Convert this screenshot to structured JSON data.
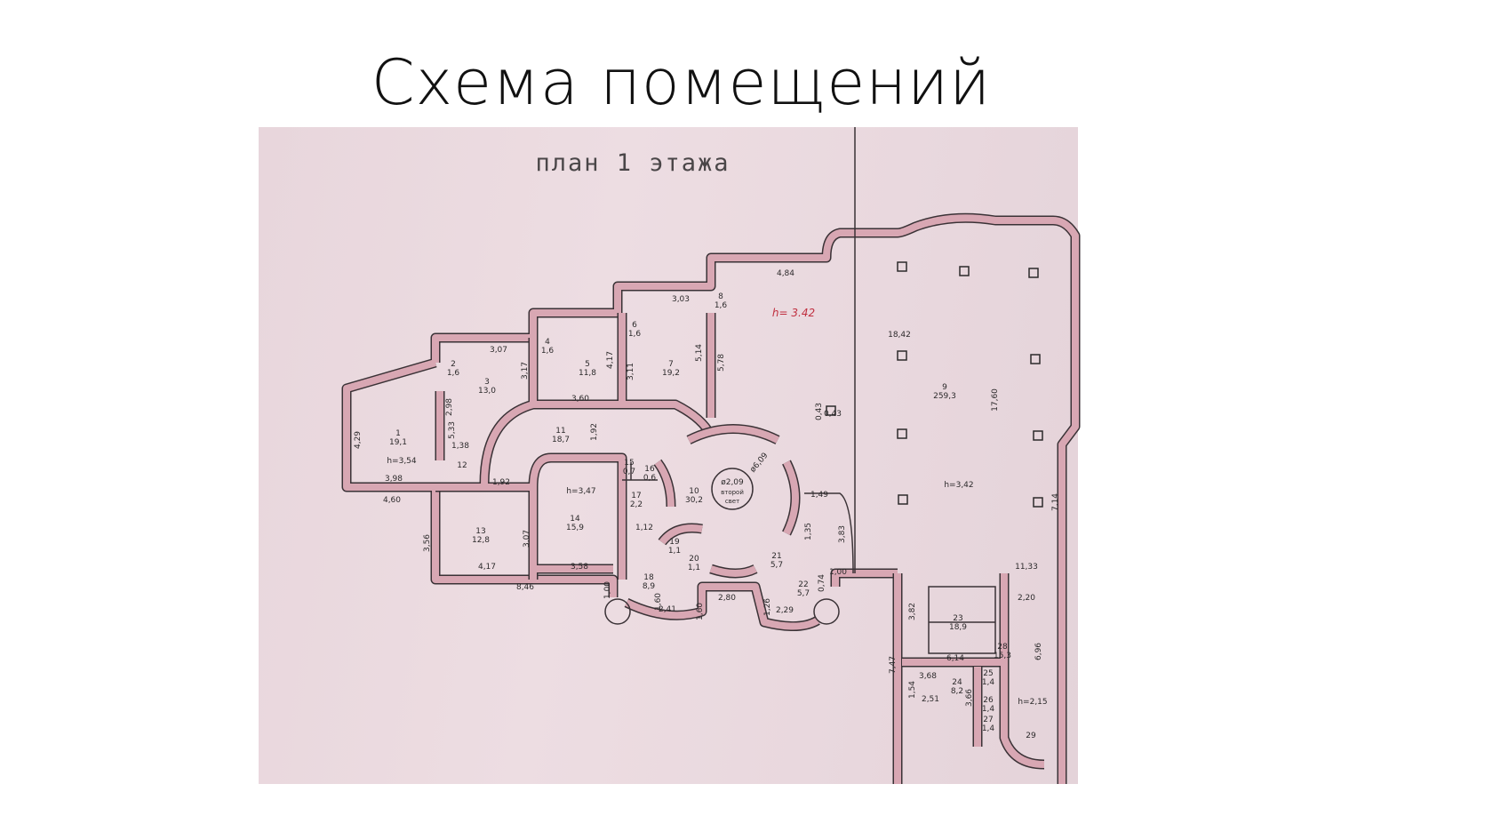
{
  "slide": {
    "title": "Схема помещений"
  },
  "plan": {
    "title": "план 1 этажа",
    "height_note_handwritten": "h= 3.42",
    "rotunda": {
      "diameter": "ø2,09",
      "line1": "второй",
      "line2": "свет",
      "outer_diameter": "ø6,09"
    },
    "rooms": [
      {
        "number": "1",
        "area": "19,1"
      },
      {
        "number": "2",
        "area": "1,6"
      },
      {
        "number": "3",
        "area": "13,0"
      },
      {
        "number": "4",
        "area": "1,6"
      },
      {
        "number": "5",
        "area": "11,8"
      },
      {
        "number": "6",
        "area": "1,6"
      },
      {
        "number": "7",
        "area": "19,2"
      },
      {
        "number": "8",
        "area": "1,6"
      },
      {
        "number": "9",
        "area": "259,3"
      },
      {
        "number": "10",
        "area": "30,2"
      },
      {
        "number": "11",
        "area": "18,7"
      },
      {
        "number": "12",
        "area": ""
      },
      {
        "number": "13",
        "area": "12,8"
      },
      {
        "number": "14",
        "area": "15,9"
      },
      {
        "number": "15",
        "area": "0,7"
      },
      {
        "number": "16",
        "area": "0,6"
      },
      {
        "number": "17",
        "area": "2,2"
      },
      {
        "number": "18",
        "area": "8,9"
      },
      {
        "number": "19",
        "area": "1,1"
      },
      {
        "number": "20",
        "area": "1,1"
      },
      {
        "number": "21",
        "area": "5,7"
      },
      {
        "number": "22",
        "area": "5,7"
      },
      {
        "number": "23",
        "area": "18,9"
      },
      {
        "number": "24",
        "area": "8,2"
      },
      {
        "number": "25",
        "area": "1,4"
      },
      {
        "number": "26",
        "area": "1,4"
      },
      {
        "number": "27",
        "area": "1,4"
      },
      {
        "number": "28",
        "area": "15,3"
      },
      {
        "number": "29",
        "area": ""
      }
    ],
    "dimensions": [
      "4,84",
      "3,03",
      "3,07",
      "5,14",
      "5,78",
      "4,17",
      "3,11",
      "3,17",
      "3,60",
      "2,98",
      "5,33",
      "4,29",
      "1,38",
      "1,92",
      "h=3,54",
      "3,98",
      "4,60",
      "1,92",
      "h=3,47",
      "1,12",
      "3,56",
      "3,07",
      "4,17",
      "3,58",
      "8,46",
      "1,00",
      "1,60",
      "2,41",
      "1,60",
      "2,80",
      "1,26",
      "2,29",
      "0,74",
      "1,00",
      "3,83",
      "1,49",
      "1,35",
      "18,42",
      "17,60",
      "h=3,42",
      "7,14",
      "0,43",
      "11,33",
      "2,20",
      "3,82",
      "6,14",
      "7,47",
      "3,68",
      "1,54",
      "2,51",
      "3,66",
      "6,96",
      "h=2,15",
      "0,43"
    ]
  }
}
